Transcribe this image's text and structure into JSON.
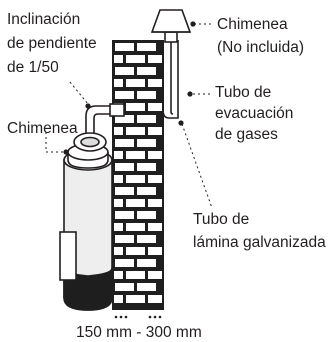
{
  "labels": {
    "slope": [
      "Inclinación",
      "de pendiente",
      "de 1/50"
    ],
    "chimney_cap": [
      "Chimenea",
      "(No incluida)"
    ],
    "exhaust_pipe": [
      "Tubo de",
      "evacuación",
      "de gases"
    ],
    "heater_flue": [
      "Chimenea"
    ],
    "sheet_pipe": [
      "Tubo de",
      "lámina galvanizada"
    ],
    "clearance": "150 mm - 300 mm"
  },
  "colors": {
    "ink": "#231f20",
    "heater_body": "#eeeeee",
    "heater_base": "#1e1e1e"
  }
}
